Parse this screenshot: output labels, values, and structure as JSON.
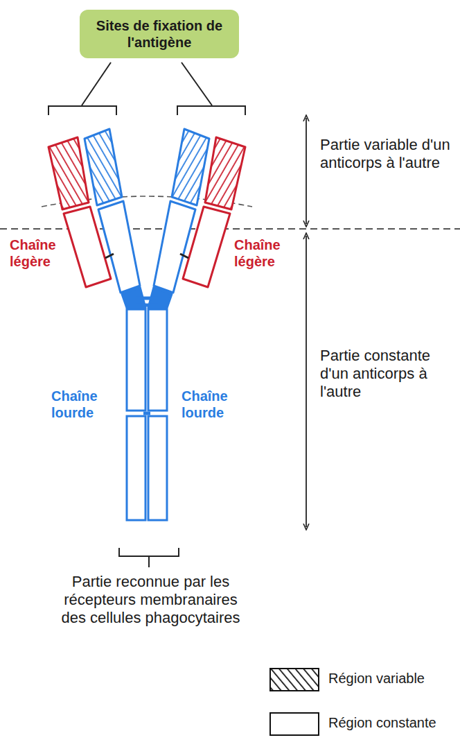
{
  "diagram": {
    "nodes": [
      {
        "text": [
          "Sites de fixation de l'antigène"
        ]
      }
    ],
    "labels": [
      "Partie variable d'un anticorps à l'autre",
      "Chaîne légère",
      "Chaîne légère",
      "Partie constante d'un anticorps à l'autre",
      "Chaîne lourde",
      "Chaîne lourde",
      "Partie reconnue par les récepteurs membranaires des cellules phagocytaires"
    ],
    "legend": [
      {
        "text": "Région variable"
      },
      {
        "text": "Région constante"
      }
    ]
  }
}
